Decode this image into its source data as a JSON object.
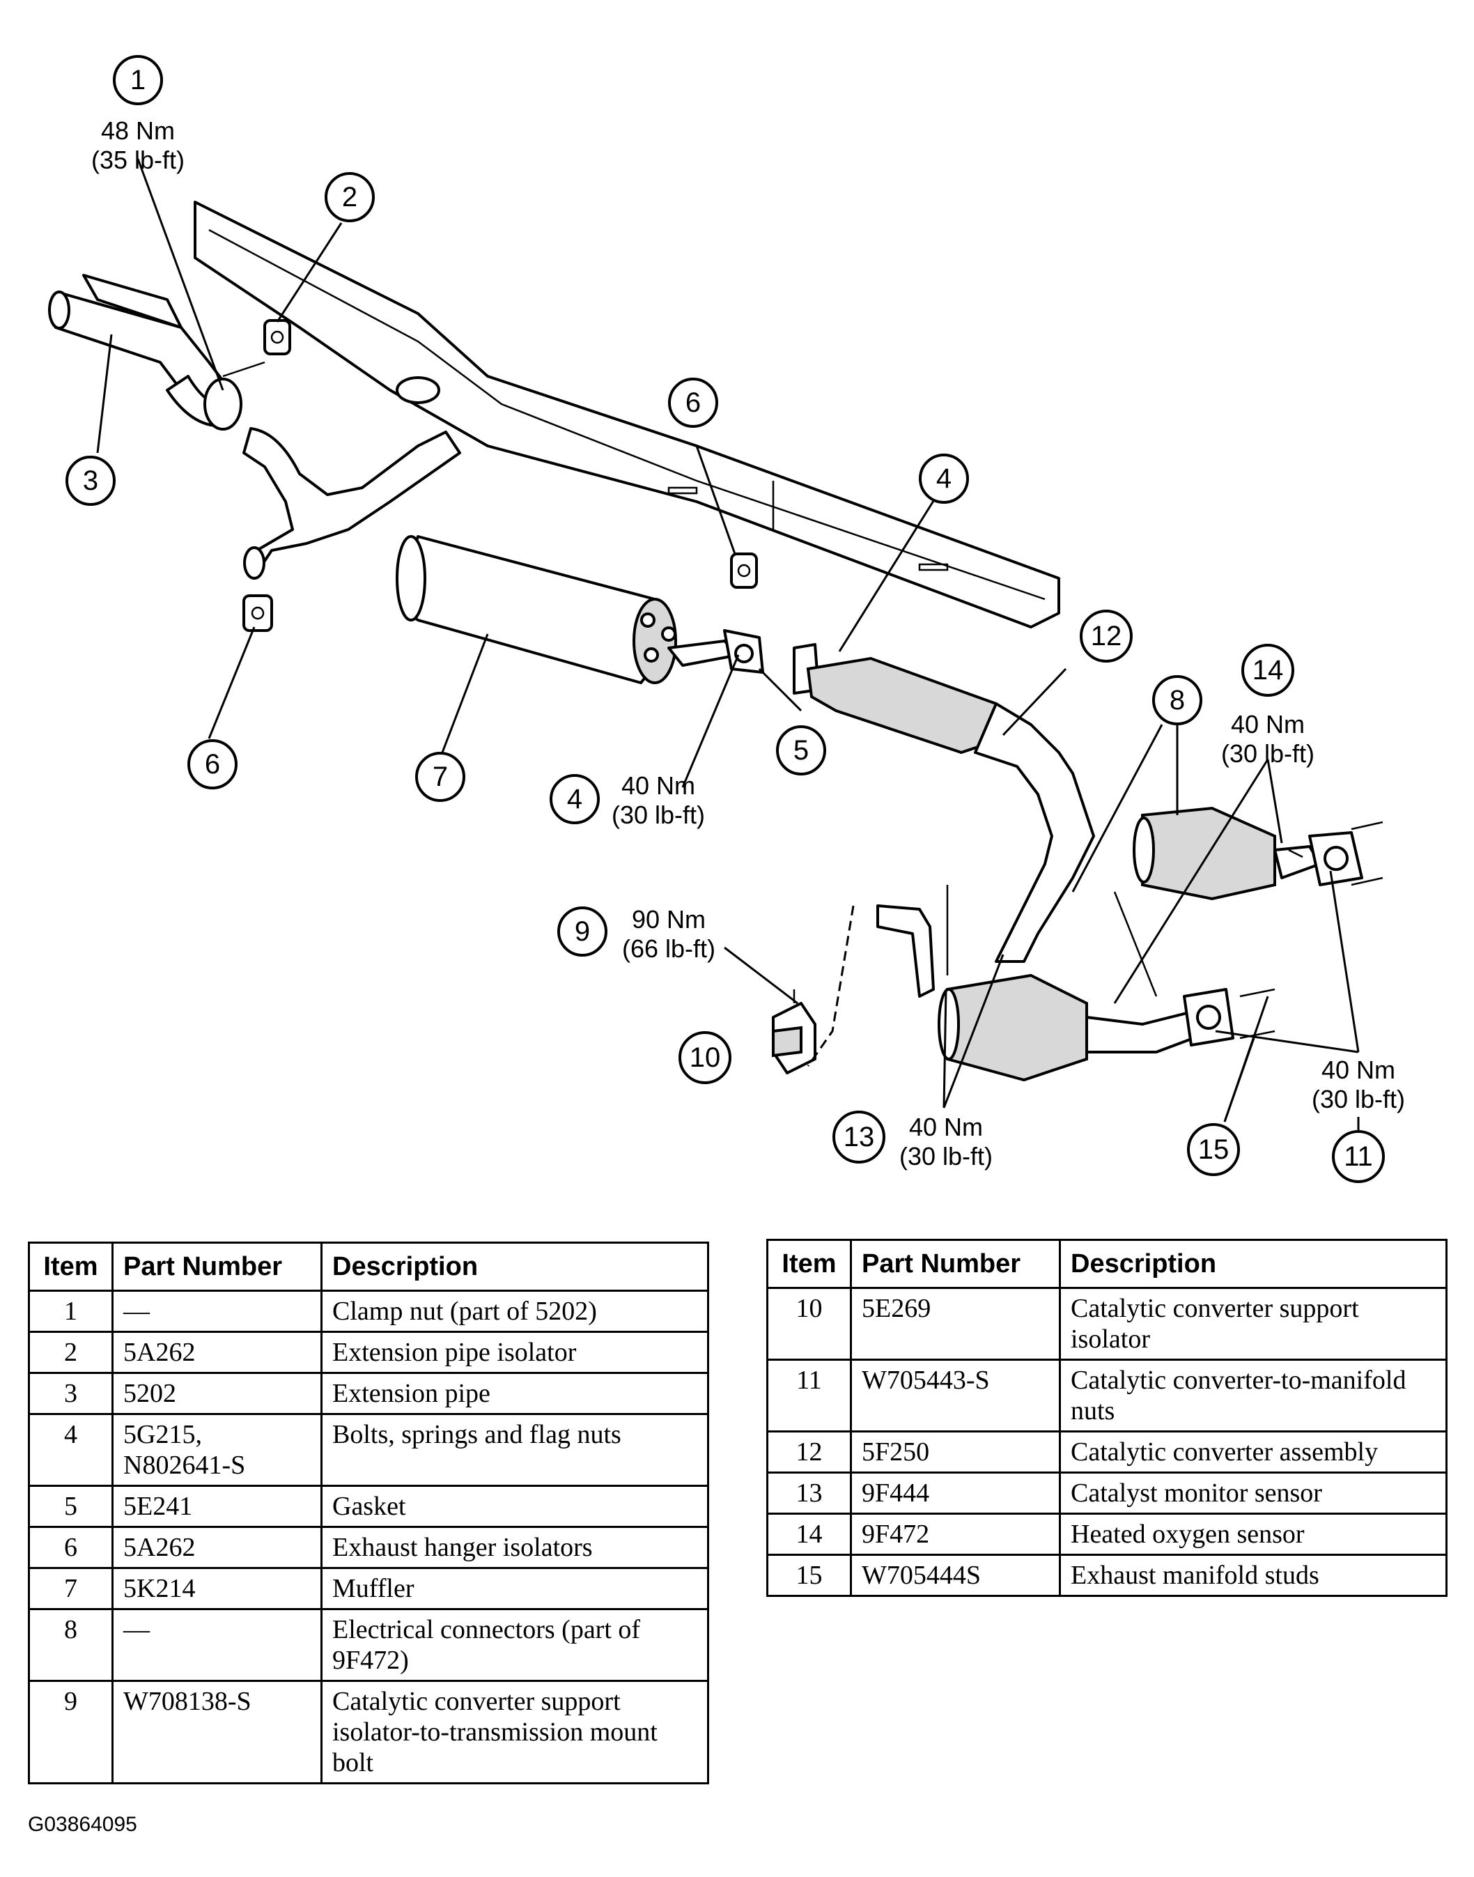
{
  "callouts": [
    {
      "num": "1",
      "torque_nm": "48 Nm",
      "torque_lbft": "(35 lb-ft)"
    },
    {
      "num": "2"
    },
    {
      "num": "3"
    },
    {
      "num": "4",
      "torque_nm": "40 Nm",
      "torque_lbft": "(30 lb-ft)"
    },
    {
      "num": "5"
    },
    {
      "num": "6"
    },
    {
      "num": "7"
    },
    {
      "num": "8"
    },
    {
      "num": "9",
      "torque_nm": "90 Nm",
      "torque_lbft": "(66 lb-ft)"
    },
    {
      "num": "10"
    },
    {
      "num": "11",
      "torque_nm": "40 Nm",
      "torque_lbft": "(30 lb-ft)"
    },
    {
      "num": "12"
    },
    {
      "num": "13",
      "torque_nm": "40 Nm",
      "torque_lbft": "(30 lb-ft)"
    },
    {
      "num": "14",
      "torque_nm": "40 Nm",
      "torque_lbft": "(30 lb-ft)"
    },
    {
      "num": "15"
    }
  ],
  "table": {
    "headers": {
      "item": "Item",
      "part_number": "Part Number",
      "description": "Description"
    },
    "left_rows": [
      {
        "item": "1",
        "part_number": "—",
        "description": "Clamp nut (part of 5202)"
      },
      {
        "item": "2",
        "part_number": "5A262",
        "description": "Extension pipe isolator"
      },
      {
        "item": "3",
        "part_number": "5202",
        "description": "Extension pipe"
      },
      {
        "item": "4",
        "part_number": "5G215, N802641-S",
        "description": "Bolts, springs and flag nuts"
      },
      {
        "item": "5",
        "part_number": "5E241",
        "description": "Gasket"
      },
      {
        "item": "6",
        "part_number": "5A262",
        "description": "Exhaust hanger isolators"
      },
      {
        "item": "7",
        "part_number": "5K214",
        "description": "Muffler"
      },
      {
        "item": "8",
        "part_number": "—",
        "description": "Electrical connectors (part of 9F472)"
      },
      {
        "item": "9",
        "part_number": "W708138-S",
        "description": "Catalytic converter support isolator-to-transmission mount bolt"
      }
    ],
    "right_rows": [
      {
        "item": "10",
        "part_number": "5E269",
        "description": "Catalytic converter support isolator"
      },
      {
        "item": "11",
        "part_number": "W705443-S",
        "description": "Catalytic converter-to-manifold nuts"
      },
      {
        "item": "12",
        "part_number": "5F250",
        "description": "Catalytic converter assembly"
      },
      {
        "item": "13",
        "part_number": "9F444",
        "description": "Catalyst monitor sensor"
      },
      {
        "item": "14",
        "part_number": "9F472",
        "description": "Heated oxygen sensor"
      },
      {
        "item": "15",
        "part_number": "W705444S",
        "description": "Exhaust manifold studs"
      }
    ]
  },
  "figure_id": "G03864095"
}
